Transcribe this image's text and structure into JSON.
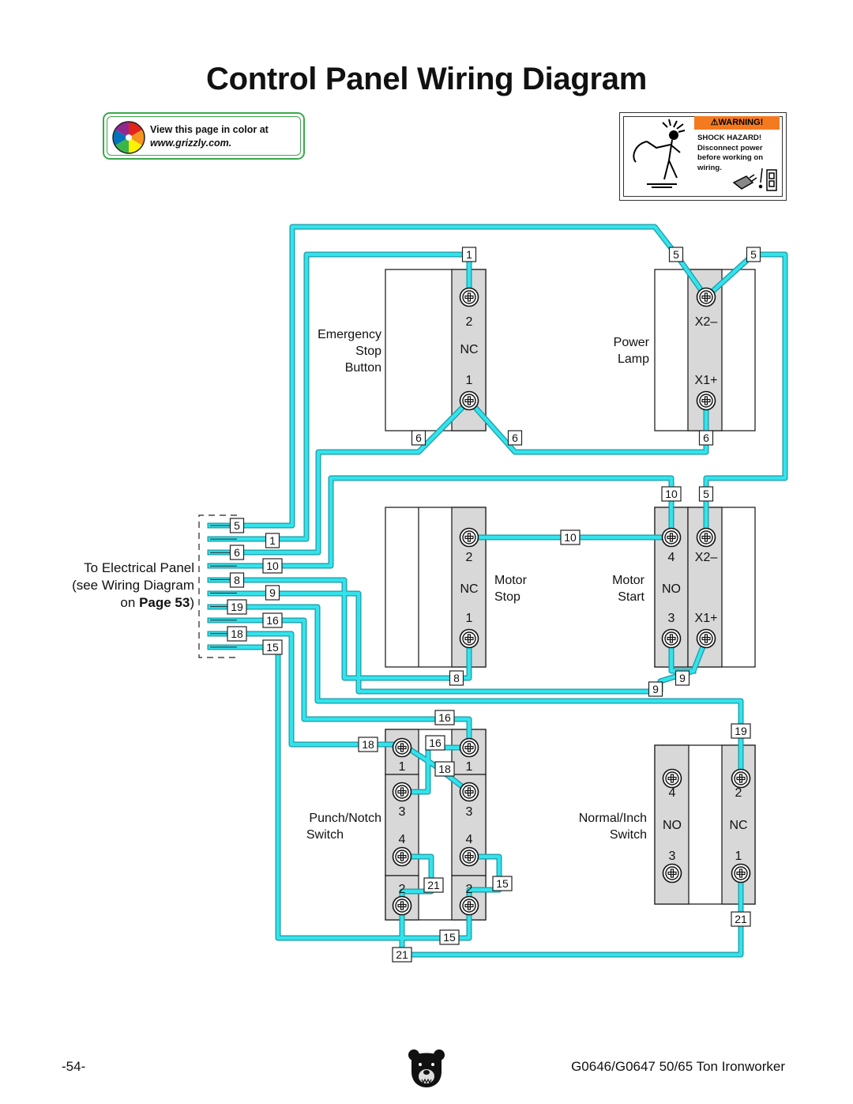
{
  "page": {
    "title": "Control Panel Wiring Diagram",
    "page_number": "-54-",
    "model": "G0646/G0647 50/65 Ton Ironworker"
  },
  "color_note": {
    "line1": "View this page in color at",
    "line2": "www.grizzly.com."
  },
  "warning": {
    "header": "⚠WARNING!",
    "lines": [
      "SHOCK HAZARD!",
      "Disconnect power",
      "before working on",
      "wiring."
    ]
  },
  "panel_ref": {
    "line1": "To Electrical Panel",
    "line2": "(see Wiring Diagram",
    "line3_prefix": "on ",
    "line3_bold": "Page 53",
    "line3_suffix": ")"
  },
  "components": {
    "emergency_stop": {
      "label": [
        "Emergency",
        "Stop",
        "Button"
      ],
      "terminals": [
        "2",
        "NC",
        "1"
      ]
    },
    "power_lamp": {
      "label": [
        "Power",
        "Lamp"
      ],
      "terminals": [
        "X2–",
        "X1+"
      ]
    },
    "motor_stop": {
      "label": [
        "Motor",
        "Stop"
      ],
      "terminals": [
        "2",
        "NC",
        "1"
      ]
    },
    "motor_start": {
      "label": [
        "Motor",
        "Start"
      ],
      "terminals": [
        "4",
        "X2–",
        "NO",
        "3",
        "X1+"
      ]
    },
    "punch_notch": {
      "label": [
        "Punch/Notch",
        "Switch"
      ],
      "terminals": [
        "1",
        "3",
        "4",
        "2",
        "1",
        "3",
        "4",
        "2"
      ]
    },
    "normal_inch": {
      "label": [
        "Normal/Inch",
        "Switch"
      ],
      "terminals": [
        "4",
        "NO",
        "3",
        "2",
        "NC",
        "1"
      ]
    }
  },
  "panel_wires_left": [
    "5",
    "6",
    "8",
    "19",
    "18"
  ],
  "panel_wires_right": [
    "1",
    "10",
    "9",
    "16",
    "15"
  ],
  "wire_tags": [
    "1",
    "5",
    "5",
    "6",
    "6",
    "6",
    "10",
    "5",
    "10",
    "8",
    "9",
    "9",
    "16",
    "19",
    "18",
    "16",
    "18",
    "21",
    "15",
    "15",
    "21",
    "21"
  ],
  "colors": {
    "wire": "#33e3ec",
    "wire_edge": "#1b9aa4",
    "terminal_strip": "#d8d8d8",
    "warning_header": "#f47a20",
    "border_green": "#3aa94a"
  }
}
